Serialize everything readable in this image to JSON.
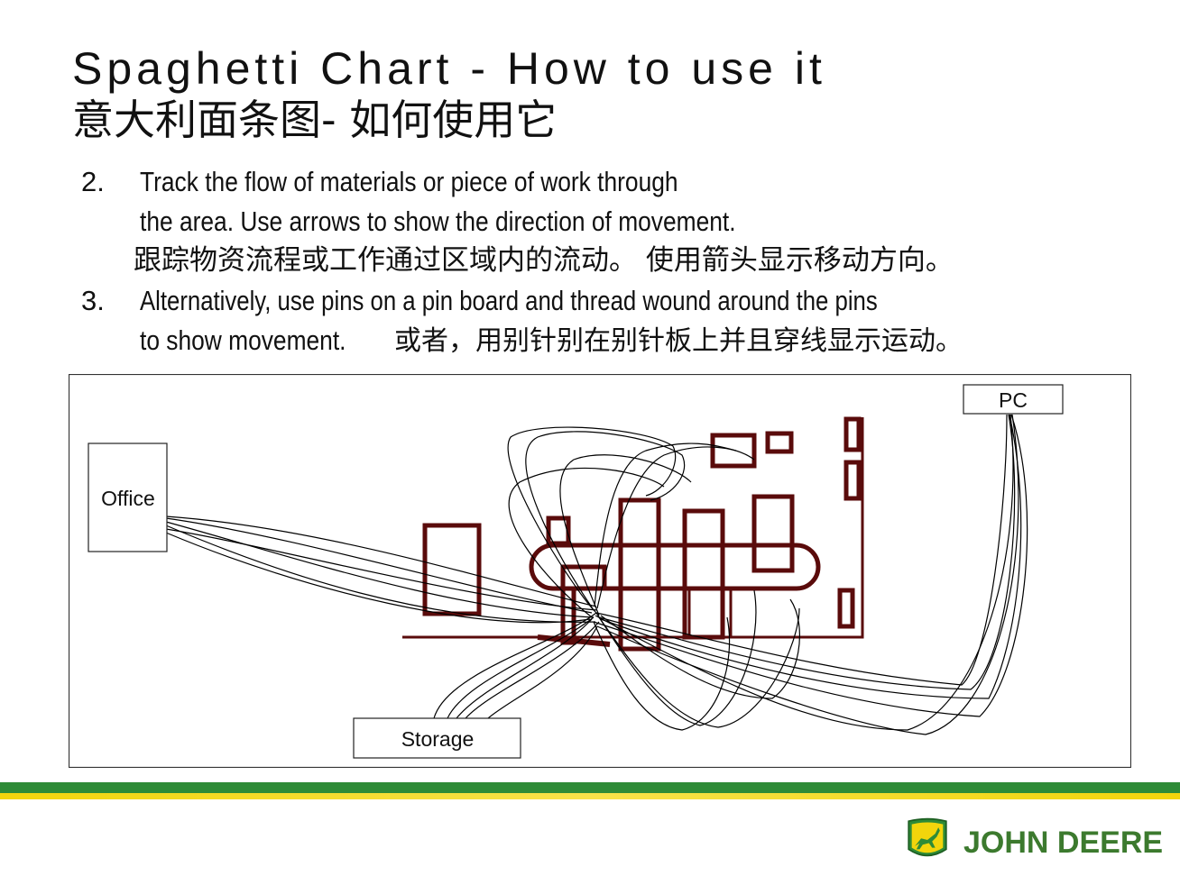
{
  "title": {
    "english": "Spaghetti Chart - How to use it",
    "chinese": "意大利面条图- 如何使用它"
  },
  "steps": [
    {
      "number": "2.",
      "line1": "Track the flow of materials or piece of work through",
      "line2": "the area. Use arrows to show the direction of movement.",
      "line3_zh": "跟踪物资流程或工作通过区域内的流动。 使用箭头显示移动方向。"
    },
    {
      "number": "3.",
      "line1": "Alternatively, use pins on a pin board and thread wound around the pins",
      "line2_en": "to show movement. ",
      "line2_zh": "或者，用别针别在别针板上并且穿线显示运动。"
    }
  ],
  "diagram": {
    "office_label": "Office",
    "pc_label": "PC",
    "storage_label": "Storage",
    "line_color": "#000000",
    "floorplan_color": "#5a0b0b"
  },
  "footer": {
    "brand_name": "JOHN DEERE",
    "green": "#2e8b37",
    "yellow": "#f2d50c",
    "logo_icon": "deer-logo-icon"
  }
}
